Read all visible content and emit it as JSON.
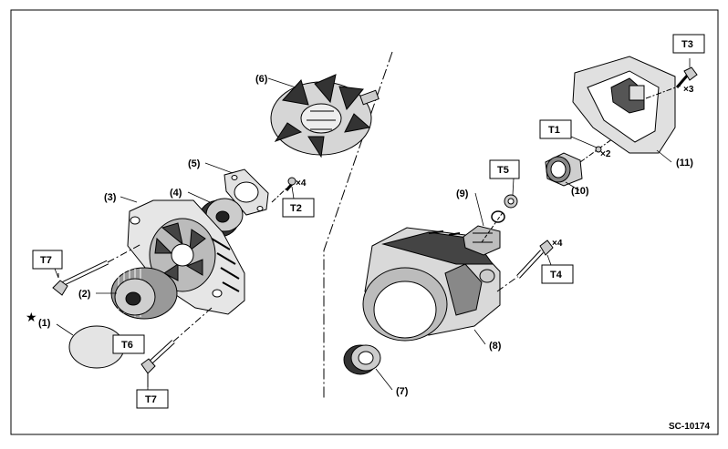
{
  "diagram": {
    "code": "SC-10174",
    "callouts": {
      "c1": "(1)",
      "c2": "(2)",
      "c3": "(3)",
      "c4": "(4)",
      "c5": "(5)",
      "c6": "(6)",
      "c7": "(7)",
      "c8": "(8)",
      "c9": "(9)",
      "c10": "(10)",
      "c11": "(11)"
    },
    "star": "★",
    "torque": {
      "t1": "T1",
      "t2": "T2",
      "t3": "T3",
      "t4": "T4",
      "t5": "T5",
      "t6": "T6",
      "t7a": "T7",
      "t7b": "T7"
    },
    "qty": {
      "q_t2": "×4",
      "q_t4": "×4",
      "q_t3": "×3",
      "q_t1": "×2"
    }
  }
}
